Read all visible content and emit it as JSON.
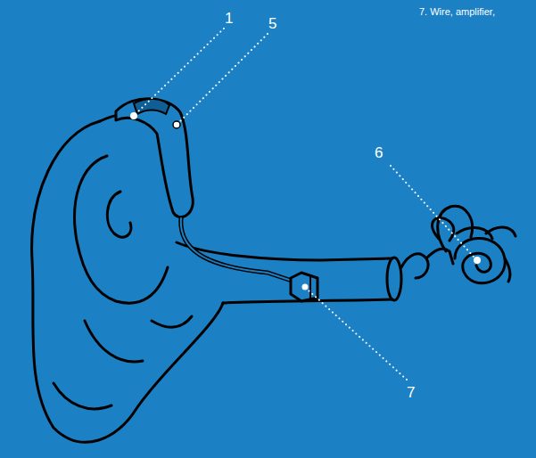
{
  "diagram": {
    "labels": [
      "1",
      "5",
      "7. Wire, amplifier,",
      "6",
      "7"
    ]
  }
}
